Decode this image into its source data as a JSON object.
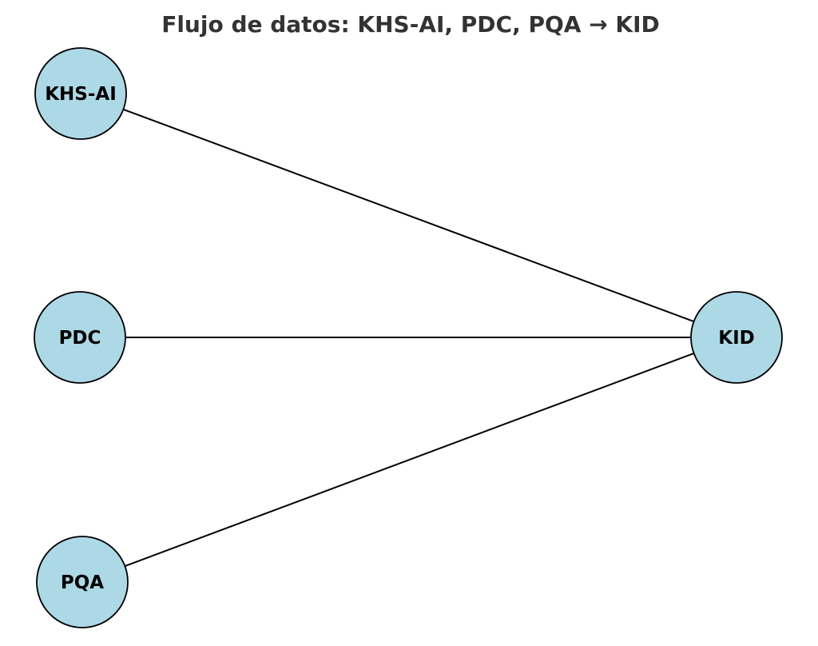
{
  "title": "Flujo de datos: KHS-AI, PDC, PQA → KID",
  "diagram": {
    "type": "flow-graph",
    "nodes": [
      {
        "id": "KHS-AI",
        "label": "KHS-AI"
      },
      {
        "id": "PDC",
        "label": "PDC"
      },
      {
        "id": "PQA",
        "label": "PQA"
      },
      {
        "id": "KID",
        "label": "KID"
      }
    ],
    "edges": [
      {
        "source": "KHS-AI",
        "target": "KID"
      },
      {
        "source": "PDC",
        "target": "KID"
      },
      {
        "source": "PQA",
        "target": "KID"
      }
    ],
    "colors": {
      "node_fill": "#add8e6",
      "node_border": "#000000",
      "edge": "#000000",
      "title_text": "#333333",
      "background": "#ffffff"
    }
  }
}
